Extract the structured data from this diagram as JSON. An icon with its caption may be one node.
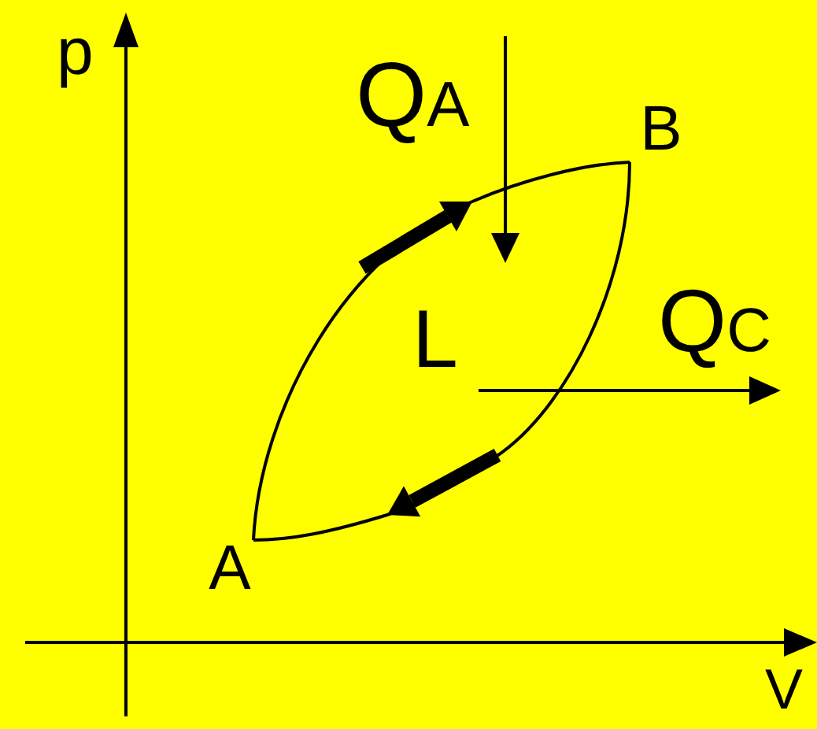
{
  "diagram": {
    "nodes": [
      {
        "text": [
          "A"
        ]
      },
      {
        "text": [
          "B"
        ]
      }
    ],
    "edges": [
      {
        "from": 0,
        "to": 1,
        "arrow": "none"
      },
      {
        "from": 1,
        "to": 0,
        "arrow": "none"
      }
    ],
    "labels": [
      "p",
      "Q$_{A}$",
      "L",
      "Q$_{C}$",
      "V"
    ]
  }
}
